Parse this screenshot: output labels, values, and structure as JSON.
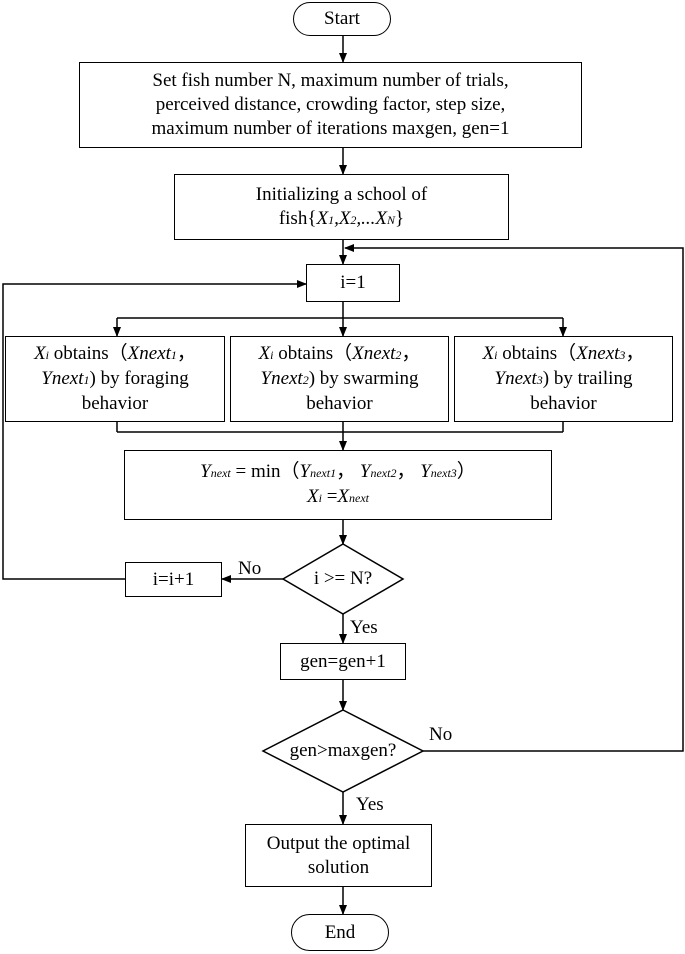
{
  "nodes": {
    "start": "Start",
    "set_params": {
      "line1": "Set fish number N, maximum number of trials,",
      "line2": "perceived distance, crowding factor, step size,",
      "line3": "maximum number of iterations maxgen, gen=1"
    },
    "init": {
      "line1": "Initializing a school of",
      "prefix": "fish{",
      "x1": "X",
      "x1_sub": "1",
      "x2": "X",
      "x2_sub": "2",
      "dots": ",...",
      "xn": "X",
      "xn_sub": "N",
      "suffix": "}"
    },
    "i_init": "i=1",
    "forage": {
      "xi": "X",
      "xi_sub": "i",
      "obtains": " obtains（",
      "xnext": "Xnext",
      "xnext_sub": "1",
      "sep": "，",
      "ynext": "Ynext",
      "ynext_sub": "1",
      "line2_rest": ") by foraging",
      "line3": "behavior"
    },
    "swarm": {
      "xi": "X",
      "xi_sub": "i",
      "obtains": " obtains（",
      "xnext": "Xnext",
      "xnext_sub": "2",
      "sep": "，",
      "ynext": "Ynext",
      "ynext_sub": "2",
      "line2_rest": ") by swarming",
      "line3": "behavior"
    },
    "trail": {
      "xi": "X",
      "xi_sub": "i",
      "obtains": " obtains（",
      "xnext": "Xnext",
      "xnext_sub": "3",
      "sep": "，",
      "ynext": "Ynext",
      "ynext_sub": "3",
      "line2_rest": ") by trailing",
      "line3": "behavior"
    },
    "update": {
      "y": "Y",
      "y_sub": "next",
      "eq": " = min（",
      "a": "Y",
      "a_sub": "next1",
      "c1": "， ",
      "b": "Y",
      "b_sub": "next2",
      "c2": "， ",
      "c": "Y",
      "c_sub": "next3",
      "close": "）",
      "xi": "X",
      "xi_sub": "i",
      "eq2": " =",
      "xn": "X",
      "xn_sub": "next"
    },
    "i_inc": "i=i+1",
    "cond_i": "i >= N?",
    "gen_inc": "gen=gen+1",
    "cond_gen": "gen>maxgen?",
    "output": {
      "line1": "Output the optimal",
      "line2": "solution"
    },
    "end": "End"
  },
  "edge_labels": {
    "no_i": "No",
    "yes_i": "Yes",
    "no_gen": "No",
    "yes_gen": "Yes"
  }
}
